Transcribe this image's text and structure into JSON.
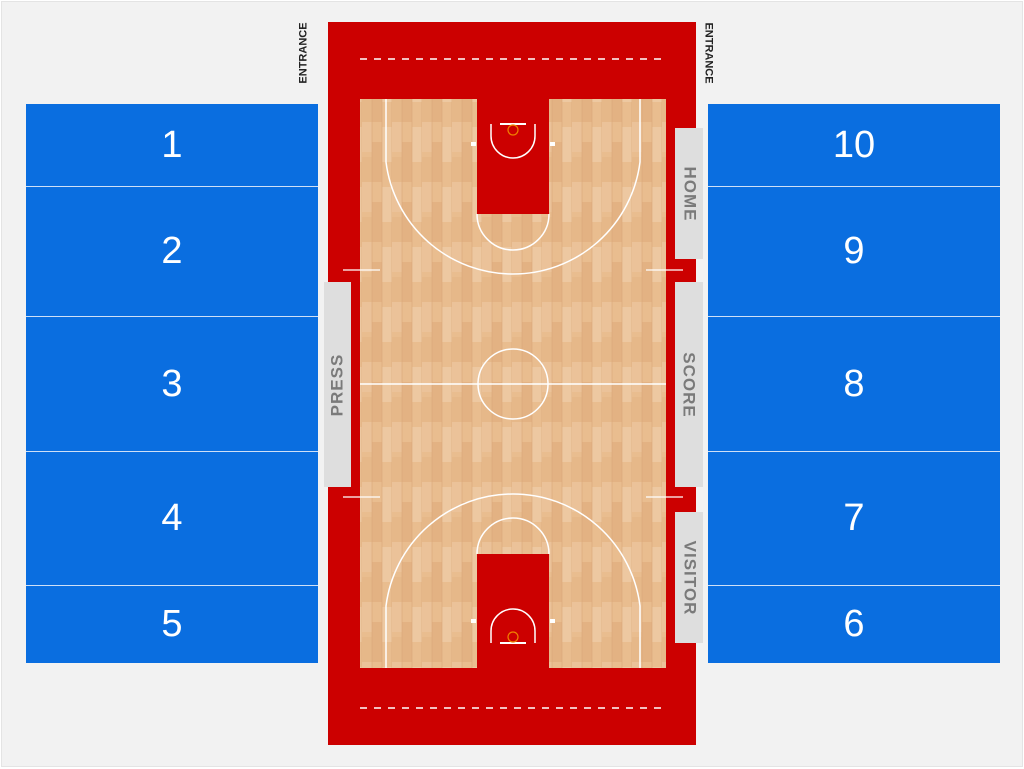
{
  "labels": {
    "entrance_left": "ENTRANCE",
    "entrance_right": "ENTRANCE",
    "press": "PRESS",
    "home": "HOME",
    "score": "SCORE",
    "visitor": "VISITOR"
  },
  "sections_left": [
    "1",
    "2",
    "3",
    "4",
    "5"
  ],
  "sections_right": [
    "10",
    "9",
    "8",
    "7",
    "6"
  ],
  "colors": {
    "section": "#0a6ee0",
    "court_border": "#cc0000",
    "wood": "#e8b98a",
    "paint": "#cc0000",
    "side_panel": "#dedede",
    "background": "#f2f2f2"
  }
}
